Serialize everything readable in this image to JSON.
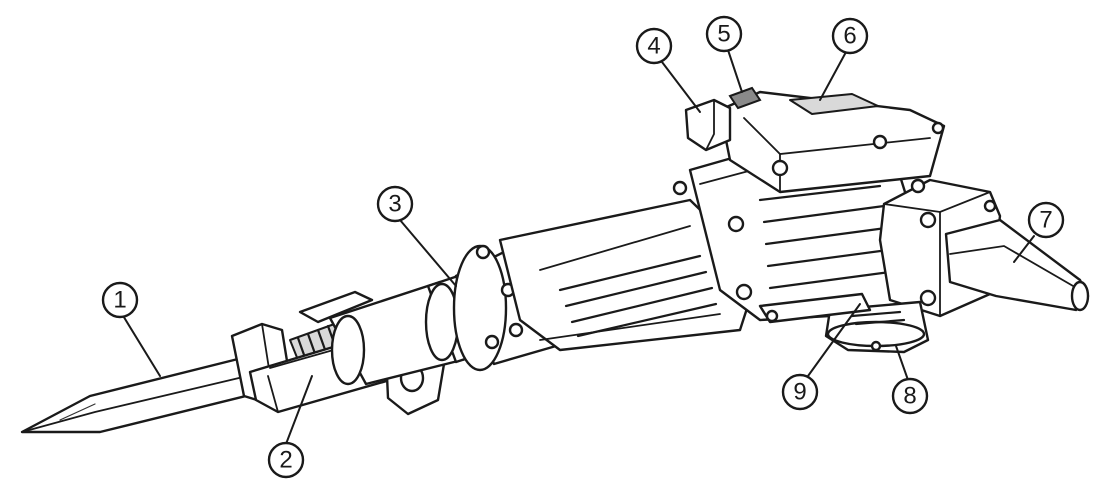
{
  "colors": {
    "background": "#ffffff",
    "line": "#1a1a1a",
    "shade": "#d9d9d9"
  },
  "callouts": [
    {
      "id": "1",
      "label": "1"
    },
    {
      "id": "2",
      "label": "2"
    },
    {
      "id": "3",
      "label": "3"
    },
    {
      "id": "4",
      "label": "4"
    },
    {
      "id": "5",
      "label": "5"
    },
    {
      "id": "6",
      "label": "6"
    },
    {
      "id": "7",
      "label": "7"
    },
    {
      "id": "8",
      "label": "8"
    },
    {
      "id": "9",
      "label": "9"
    }
  ]
}
